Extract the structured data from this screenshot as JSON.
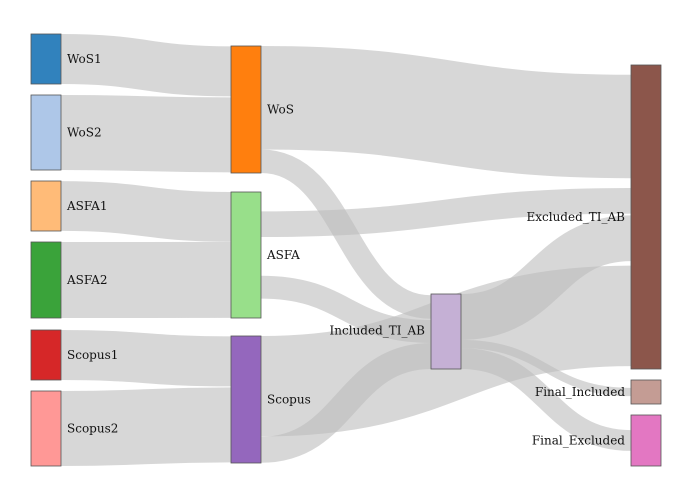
{
  "diagram": {
    "type": "sankey",
    "link_color": "#bdbdbd",
    "nodes": [
      {
        "id": "wos1",
        "label": "WoS1",
        "color": "#3182bd"
      },
      {
        "id": "wos2",
        "label": "WoS2",
        "color": "#aec7e8"
      },
      {
        "id": "asfa1",
        "label": "ASFA1",
        "color": "#ffbb78"
      },
      {
        "id": "asfa2",
        "label": "ASFA2",
        "color": "#3aa33a"
      },
      {
        "id": "scopus1",
        "label": "Scopus1",
        "color": "#d62728"
      },
      {
        "id": "scopus2",
        "label": "Scopus2",
        "color": "#ff9896"
      },
      {
        "id": "wos",
        "label": "WoS",
        "color": "#ff7f0e"
      },
      {
        "id": "asfa",
        "label": "ASFA",
        "color": "#98df8a"
      },
      {
        "id": "scopus",
        "label": "Scopus",
        "color": "#9467bd"
      },
      {
        "id": "included_ti_ab",
        "label": "Included_TI_AB",
        "color": "#c5b0d5"
      },
      {
        "id": "excluded_ti_ab",
        "label": "Excluded_TI_AB",
        "color": "#8c564b"
      },
      {
        "id": "final_included",
        "label": "Final_Included",
        "color": "#c49c94"
      },
      {
        "id": "final_excluded",
        "label": "Final_Excluded",
        "color": "#e377c2"
      }
    ],
    "links": [
      {
        "source": "wos1",
        "target": "wos",
        "value": 48
      },
      {
        "source": "wos2",
        "target": "wos",
        "value": 72
      },
      {
        "source": "asfa1",
        "target": "asfa",
        "value": 47
      },
      {
        "source": "asfa2",
        "target": "asfa",
        "value": 72
      },
      {
        "source": "scopus1",
        "target": "scopus",
        "value": 48
      },
      {
        "source": "scopus2",
        "target": "scopus",
        "value": 72
      },
      {
        "source": "wos",
        "target": "excluded_ti_ab",
        "value": 110
      },
      {
        "source": "wos",
        "target": "included_ti_ab",
        "value": 25
      },
      {
        "source": "asfa",
        "target": "excluded_ti_ab",
        "value": 23
      },
      {
        "source": "asfa",
        "target": "included_ti_ab",
        "value": 22
      },
      {
        "source": "scopus",
        "target": "excluded_ti_ab",
        "value": 95
      },
      {
        "source": "scopus",
        "target": "included_ti_ab",
        "value": 25
      },
      {
        "source": "included_ti_ab",
        "target": "excluded_ti_ab",
        "value": 44
      },
      {
        "source": "included_ti_ab",
        "target": "final_included",
        "value": 8
      },
      {
        "source": "included_ti_ab",
        "target": "final_excluded",
        "value": 20
      }
    ]
  }
}
